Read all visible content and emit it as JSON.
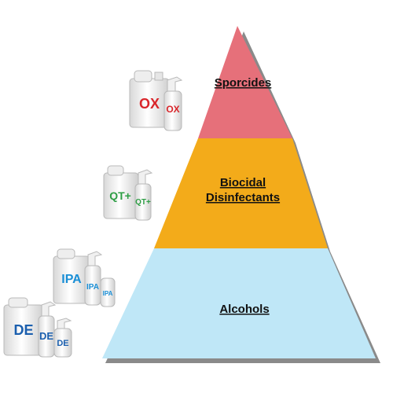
{
  "pyramid": {
    "tiers": [
      {
        "label_lines": [
          "Sporcides"
        ],
        "color": "#e6707a"
      },
      {
        "label_lines": [
          "Biocidal",
          "Disinfectants"
        ],
        "color": "#f3ab1a"
      },
      {
        "label_lines": [
          "Alcohols"
        ],
        "color": "#bfe7f7"
      }
    ],
    "shadow_color": "#8a8a8a"
  },
  "products": [
    {
      "name": "OX",
      "accent": "#d9262b",
      "big_label": "OX",
      "small_label": "OX"
    },
    {
      "name": "QT+",
      "accent": "#2e9e45",
      "big_label": "QT+",
      "small_label": "QT+"
    },
    {
      "name": "IPA",
      "accent": "#1a8fd6",
      "big_label": "IPA",
      "small_label": "IPA"
    },
    {
      "name": "DE",
      "accent": "#1b5fae",
      "big_label": "DE",
      "small_label": "DE"
    }
  ]
}
